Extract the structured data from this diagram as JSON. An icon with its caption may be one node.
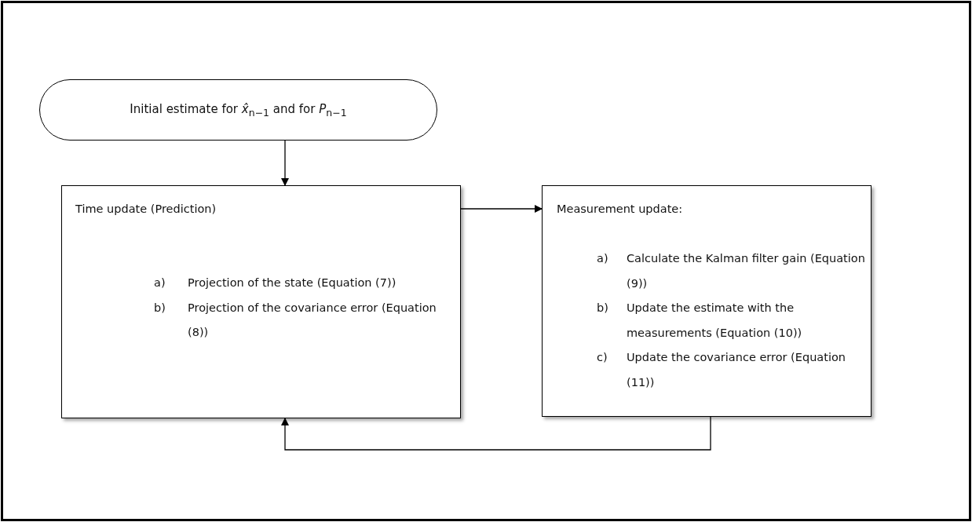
{
  "diagram": {
    "nodes": [
      {
        "text": [
          "Initial estimate for *x̂*$_{n−1}$ and for *P*$_{n−1}$"
        ]
      },
      {
        "text": [
          "Time update (Prediction)",
          "a)",
          "Projection of the state (Equation (7))",
          "b)",
          "Projection of the covariance error (Equation (8))"
        ]
      },
      {
        "text": [
          "Measurement update:",
          "a)",
          "Calculate the Kalman filter gain (Equation (9))",
          "b)",
          "Update the estimate with the measurements (Equation (10))",
          "c)",
          "Update the covariance error (Equation (11))"
        ]
      }
    ],
    "edges": [
      {
        "from": 0,
        "to": 1,
        "arrow": "to"
      },
      {
        "from": 1,
        "to": 2,
        "arrow": "to"
      },
      {
        "from": 2,
        "to": 1,
        "arrow": "to"
      }
    ]
  }
}
